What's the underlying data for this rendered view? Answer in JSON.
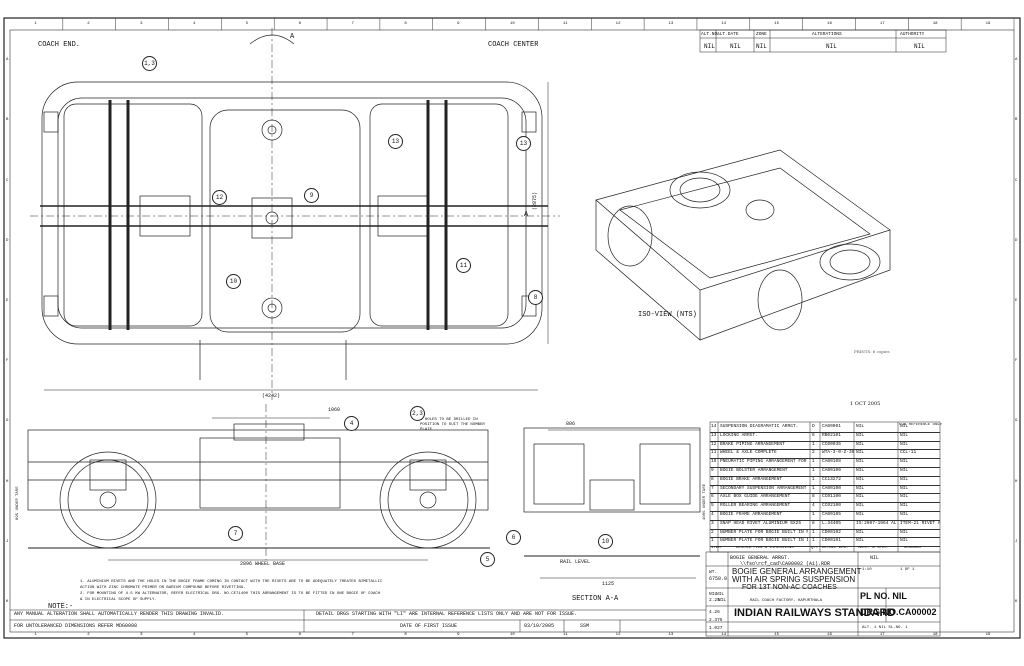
{
  "grid": {
    "columns": [
      "1",
      "2",
      "3",
      "4",
      "5",
      "6",
      "7",
      "8",
      "9",
      "10",
      "11",
      "12",
      "13",
      "14",
      "15",
      "16",
      "17",
      "18",
      "19"
    ],
    "rows": [
      "A",
      "B",
      "C",
      "D",
      "E",
      "F",
      "G",
      "H",
      "J",
      "K"
    ]
  },
  "labels": {
    "coach_end": "COACH END.",
    "coach_center": "COACH CENTER",
    "section_mark_top": "A",
    "section_mark_side": "A",
    "iso_view": "ISO-VIEW (NTS)",
    "section_aa": "SECTION A-A",
    "rail_level": "RAIL LEVEL",
    "note_title": "NOTE:-",
    "dim_4242": "(4242)",
    "dim_2896": "2896 WHEEL BASE",
    "dim_1060": "1060",
    "dim_806": "806",
    "dim_1125": "1125",
    "dim_2875": "(2875)",
    "dim_895": "895 UNDER TARE",
    "dim_1005": "1005 UNDER TARE",
    "hole_note": "6 HOLES TO BE DRILLED IN POSITION TO SUIT THE NUMBER PLATE",
    "stamp_date": "1 OCT 2005"
  },
  "balloons": [
    "1,3",
    "13",
    "13",
    "12",
    "9",
    "10",
    "11",
    "8",
    "4",
    "2,3",
    "6",
    "5",
    "7",
    "10"
  ],
  "alteration_table": {
    "headers": [
      "ALT.NO.",
      "ALT.DATE",
      "ZONE",
      "ALTERATIONS",
      "AUTHORITY"
    ],
    "values": [
      "NIL",
      "NIL",
      "NIL",
      "NIL",
      "NIL"
    ]
  },
  "notes": [
    "1. ALUMINIUM RIVETS AND THE HOLES IN THE BOGIE FRAME COMING IN CONTACT WITH THE RIVETS ARE TO BE ADEQUATELY TREATED BIMETALLIC",
    "   ACTION WITH ZINC CHROMATE PRIMER OR BARIUM COMPOUND BEFORE RIVETTING.",
    "2. FOR MOUNTING OF 4.5 KW ALTERNATOR, REFER ELECTRICAL DRG. NO.CE71400 THIS ARRANGEMENT IS TO BE FITTED IN ONE BOGIE OF COACH",
    "   & IN ELECTRICAL SCOPE OF SUPPLY."
  ],
  "parts_list": [
    {
      "no": "14",
      "desc": "SUSPENSION DIAGRAMATIC ARRGT.",
      "qty": "D",
      "drg": "CA00001",
      "alt": "NIL",
      "ref": "NIL"
    },
    {
      "no": "13",
      "desc": "LOCKING ARRGT.",
      "qty": "6",
      "drg": "RB02101",
      "alt": "NIL",
      "ref": "NIL"
    },
    {
      "no": "12",
      "desc": "BRAKE PIPING ARRANGEMENT",
      "qty": "1",
      "drg": "CC00035",
      "alt": "NIL",
      "ref": "NIL"
    },
    {
      "no": "11",
      "desc": "WHEEL & AXLE COMPLETE",
      "qty": "2",
      "drg": "WTA-3-0-Z-301",
      "alt": "NIL",
      "ref": "CCL-11"
    },
    {
      "no": "10",
      "desc": "PNEUMATIC PIPING ARRANGEMENT FOR A-POINT SUSPENSION",
      "qty": "1",
      "drg": "CA00108",
      "alt": "NIL",
      "ref": "NIL"
    },
    {
      "no": "9",
      "desc": "BOGIE BOLSTER ARRANGEMENT",
      "qty": "1",
      "drg": "CA00100",
      "alt": "NIL",
      "ref": "NIL"
    },
    {
      "no": "8",
      "desc": "BOGIE BRAKE ARRANGEMENT",
      "qty": "1",
      "drg": "CC13272",
      "alt": "NIL",
      "ref": "NIL"
    },
    {
      "no": "7",
      "desc": "SECONDARY SUSPENSION ARRANGEMENT",
      "qty": "1",
      "drg": "CA00100",
      "alt": "NIL",
      "ref": "NIL"
    },
    {
      "no": "6",
      "desc": "AXLE BOX GUIDE ARRANGEMENT",
      "qty": "8",
      "drg": "CC01100",
      "alt": "NIL",
      "ref": "NIL"
    },
    {
      "no": "5",
      "desc": "ROLLER BEARING ARRANGEMENT",
      "qty": "4",
      "drg": "CC02100",
      "alt": "NIL",
      "ref": "NIL"
    },
    {
      "no": "4",
      "desc": "BOGIE FRAME ARRANGEMENT",
      "qty": "1",
      "drg": "CA00105",
      "alt": "NIL",
      "ref": "NIL"
    },
    {
      "no": "3",
      "desc": "SNAP HEAD RIVET ALUMINIUM 6X25",
      "qty": "8",
      "drg": "L.34405",
      "alt": "IS:2907-1964 ALUMINIUM",
      "ref": "ITEM-21 RIVET AS PER PL"
    },
    {
      "no": "2",
      "desc": "NUMBER PLATE FOR BOGIE BUILT IN RCF",
      "qty": "1",
      "drg": "CD00102",
      "alt": "NIL",
      "ref": "NIL"
    },
    {
      "no": "1",
      "desc": "NUMBER PLATE FOR BOGIE BUILT IN ICF",
      "qty": "1",
      "drg": "CD00101",
      "alt": "NIL",
      "ref": "NIL"
    }
  ],
  "parts_headers": [
    "ITEM",
    "DESCRIPTION & DIMENSIONS",
    "QTY",
    "DETAIL DRG.",
    "MATL. & SPEC.",
    "REMARKS"
  ],
  "parts_side_header": "FOR REFERENCE ONLY",
  "assembly_row": "BOGIE GENERAL ARRGT.",
  "supersedes": "NIL",
  "file_path": "\\\\fso\\rcf_cad\\CA00002 (A1).RDR",
  "title": {
    "line1": "BOGIE GENERAL ARRANGEMENT",
    "line2": "WITH AIR SPRING SUSPENSION",
    "line3": "FOR 13T NON-AC COACHES",
    "factory": "RAIL COACH FACTORY, KAPURTHALA",
    "standard": "INDIAN RAILWAYS STANDARD",
    "pl_no": "PL NO. NIL",
    "drg_no": "DRG.NO.CA00002",
    "scale": "1:10",
    "sheet": "1 OF 1",
    "alt_line": "ALT. 1  NIL  SL.NO. 1"
  },
  "left_block": {
    "weight": "6750.0",
    "weight_label": "WT.",
    "cols": [
      "NIL",
      "NIL",
      "2.25",
      "NIL"
    ],
    "rows": [
      "4.26",
      "2.375",
      "1.027"
    ]
  },
  "footer": {
    "manual_alt": "ANY MANUAL ALTERATION SHALL AUTOMATICALLY RENDER THIS DRAWING INVALID.",
    "untoleranced": "FOR UNTOLERANCED DIMENSIONS REFER MDG0008",
    "detail_note": "DETAIL DRGS STARTING WITH \"LI\" ARE INTERNAL REFERENCE LISTS ONLY AND ARE NOT FOR ISSUE.",
    "date_label": "DATE OF FIRST ISSUE",
    "date_value": "03/10/2005",
    "ssm": "SSM"
  },
  "handwritten": {
    "side_note": "PRINTS: 6 copies",
    "stamp": "1 OCT 2005"
  }
}
